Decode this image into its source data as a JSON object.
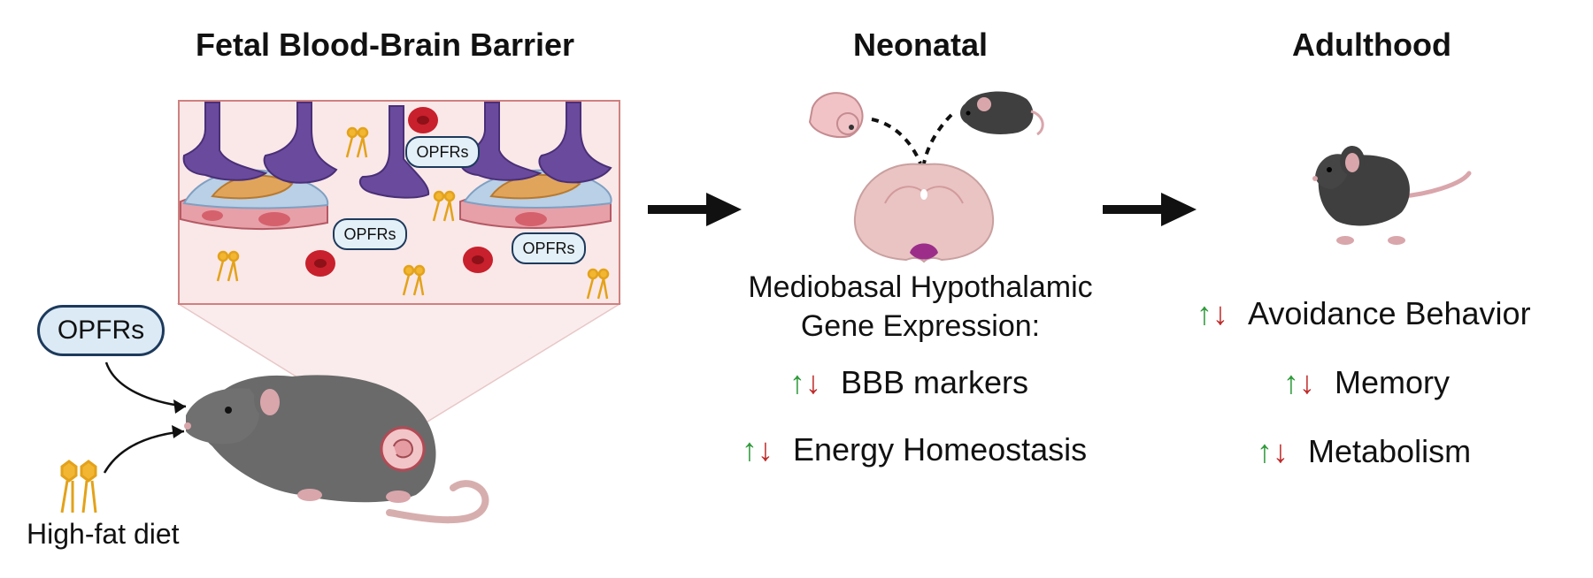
{
  "headings": {
    "fetal": "Fetal Blood-Brain Barrier",
    "neonatal": "Neonatal",
    "adulthood": "Adulthood"
  },
  "inputs": {
    "opfrs_label": "OPFRs",
    "diet_label": "High-fat diet"
  },
  "barrier_labels": [
    "OPFRs",
    "OPFRs",
    "OPFRs"
  ],
  "neonatal": {
    "caption_line1": "Mediobasal Hypothalamic",
    "caption_line2": "Gene Expression:",
    "effects": [
      {
        "up": "↑",
        "down": "↓",
        "label": "BBB markers"
      },
      {
        "up": "↑",
        "down": "↓",
        "label": "Energy Homeostasis"
      }
    ]
  },
  "adulthood": {
    "effects": [
      {
        "up": "↑",
        "down": "↓",
        "label": "Avoidance Behavior"
      },
      {
        "up": "↑",
        "down": "↓",
        "label": "Memory"
      },
      {
        "up": "↑",
        "down": "↓",
        "label": "Metabolism"
      }
    ]
  },
  "colors": {
    "up_arrow": "#2e9a3a",
    "down_arrow": "#c02b2b",
    "pill_border": "#1d3a5c",
    "pill_fill": "#dbeaf5",
    "vessel_purple": "#6a4a9c",
    "astrocyte_orange": "#e0a55a",
    "rbc_red": "#c8202c",
    "mouse_gray": "#5a5a5a",
    "zoom_box_fill": "#f7dede"
  }
}
